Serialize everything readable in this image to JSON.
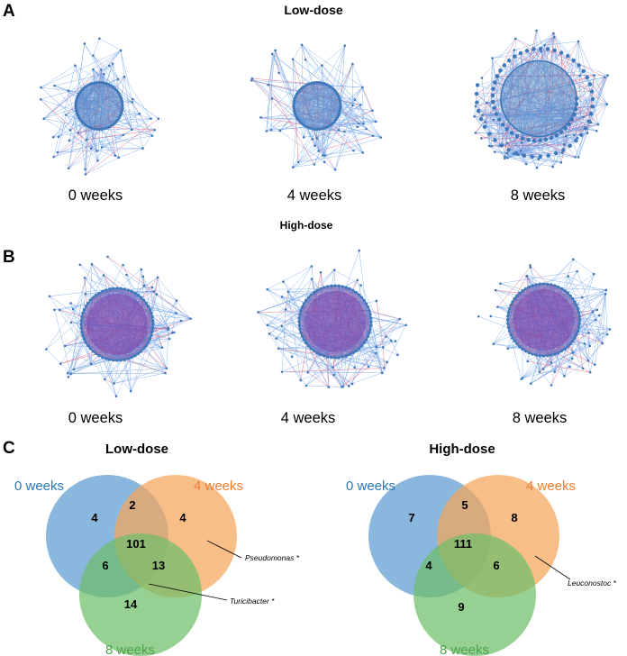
{
  "panels": {
    "a": {
      "letter": "A",
      "title": "Low-dose",
      "networks": [
        {
          "label": "0 weeks",
          "seed": 11,
          "style": "compact"
        },
        {
          "label": "4 weeks",
          "seed": 23,
          "style": "compact"
        },
        {
          "label": "8 weeks",
          "seed": 37,
          "style": "spiral"
        }
      ]
    },
    "b": {
      "letter": "B",
      "title": "High-dose",
      "networks": [
        {
          "label": "0 weeks",
          "seed": 41,
          "style": "dense"
        },
        {
          "label": "4 weeks",
          "seed": 53,
          "style": "dense"
        },
        {
          "label": "8 weeks",
          "seed": 67,
          "style": "dense"
        }
      ]
    },
    "c": {
      "letter": "C",
      "venns": [
        {
          "title": "Low-dose",
          "sets": [
            "0 weeks",
            "4 weeks",
            "8 weeks"
          ],
          "counts": {
            "only_0": "4",
            "only_4": "4",
            "only_8": "14",
            "w0_w4": "2",
            "w0_w8": "6",
            "w4_w8": "13",
            "all": "101"
          },
          "annotations": [
            "Pseudomonas *",
            "Turicibacter *"
          ]
        },
        {
          "title": "High-dose",
          "sets": [
            "0 weeks",
            "4 weeks",
            "8 weeks"
          ],
          "counts": {
            "only_0": "7",
            "only_4": "8",
            "only_8": "9",
            "w0_w4": "5",
            "w0_w8": "4",
            "w4_w8": "6",
            "all": "111"
          },
          "annotations": [
            "Leuconostoc *"
          ]
        }
      ]
    }
  },
  "colors": {
    "set_0": "#5b9bd1",
    "set_4": "#f5a55a",
    "set_8": "#6fbe6a",
    "label_0": "#2e75b6",
    "label_4": "#ed7d31",
    "label_8": "#4aa34a",
    "edge_positive": "#6fa0e6",
    "edge_negative": "#e0506a",
    "node": "#3f78b8",
    "core": "#4a7fc0"
  }
}
